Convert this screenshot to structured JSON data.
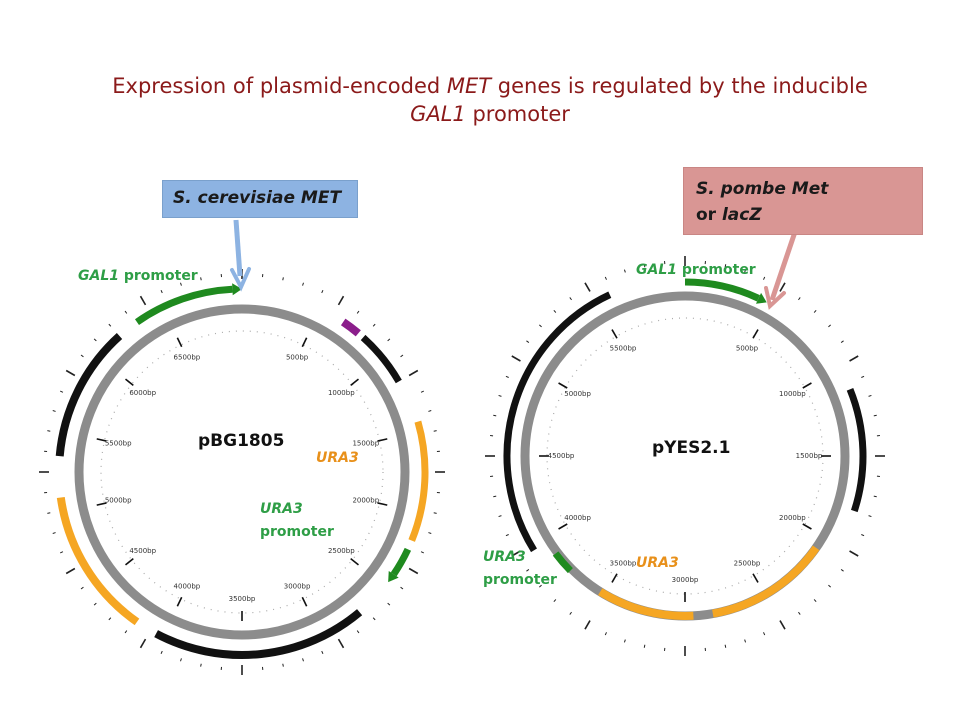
{
  "title": {
    "line1_a": "Expression of plasmid-encoded ",
    "line1_b": "MET",
    "line1_c": " genes is regulated by the inducible",
    "line2_a": "GAL1",
    "line2_b": " promoter"
  },
  "left_callout": {
    "text": "S. cerevisiae MET"
  },
  "right_callout": {
    "line1": "S. pombe Met",
    "line2_a": "or ",
    "line2_b": "lacZ"
  },
  "left_plasmid": {
    "name": "pBG1805",
    "gal1_label_a": "GAL1",
    "gal1_label_b": " promoter",
    "ura3_label": "URA3",
    "ura3_promoter_a": "URA3",
    "ura3_promoter_b": "promoter",
    "ticks": [
      "500bp",
      "1000bp",
      "1500bp",
      "2000bp",
      "2500bp",
      "3000bp",
      "3500bp",
      "4000bp",
      "4500bp",
      "5000bp",
      "5500bp",
      "6000bp",
      "6500bp"
    ]
  },
  "right_plasmid": {
    "name": "pYES2.1",
    "gal1_label_a": "GAL1",
    "gal1_label_b": " promoter",
    "ura3_label": "URA3",
    "ura3_promoter_a": "URA3",
    "ura3_promoter_b": "promoter",
    "ticks": [
      "500bp",
      "1000bp",
      "1500bp",
      "2000bp",
      "2500bp",
      "3000bp",
      "3500bp",
      "4000bp",
      "4500bp",
      "5000bp",
      "5500bp"
    ]
  },
  "colors": {
    "title": "#8b1a1a",
    "backbone": "#8c8c8c",
    "promoter": "#1f8a1f",
    "ura3": "#f5a623",
    "feature_black": "#111111",
    "feature_purple": "#8b1e8b",
    "left_arrow": "#8db3e2",
    "right_arrow": "#d99694"
  }
}
